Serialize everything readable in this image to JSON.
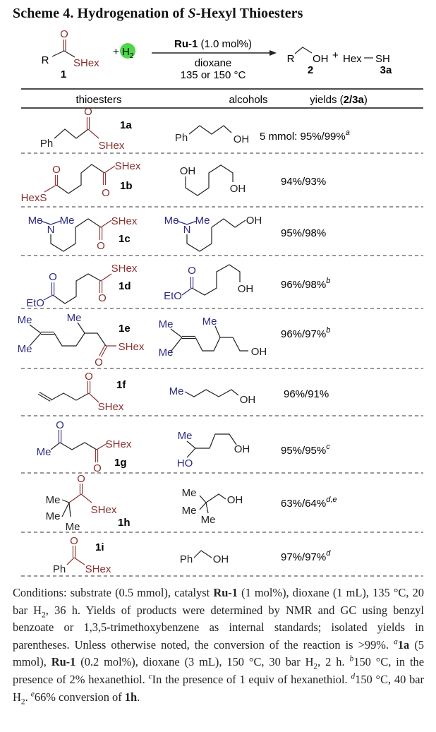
{
  "title": [
    {
      "t": "Scheme 4. Hydrogenation of "
    },
    {
      "t": "S",
      "i": true
    },
    {
      "t": "-Hexyl Thioesters"
    }
  ],
  "colors": {
    "thioester": "#8a2f2f",
    "hetero": "#2b2b85",
    "bond": "#222222",
    "h2_highlight": "#4fd64a"
  },
  "reaction": {
    "reactant_o": "O",
    "reactant_r": "R",
    "reactant_shex": "SHex",
    "reactant_id": "1",
    "plus1": "+",
    "h2": "H",
    "h2_sub": "2",
    "catalyst": "Ru-1",
    "catalyst_loading": " (1.0 mol%)",
    "solvent": "dioxane",
    "temperature": "135 or 150 °C",
    "product_r": "R",
    "product_oh": "OH",
    "product_id": "2",
    "plus2": "+",
    "thiol_hex": "Hex",
    "thiol_sh": "SH",
    "thiol_id": "3a"
  },
  "table": {
    "headers": {
      "thioesters": "thioesters",
      "alcohols": "alcohols",
      "yields_prefix": "yields (",
      "yields_bold": "2/3a",
      "yields_suffix": ")"
    },
    "rows": [
      {
        "id": "1a",
        "yield": "5 mmol: 95%/99%",
        "note": "a",
        "atoms": [
          "O",
          "Ph",
          "SHex",
          "Ph",
          "OH"
        ]
      },
      {
        "id": "1b",
        "yield": "94%/93%",
        "note": "",
        "atoms": [
          "O",
          "HexS",
          "SHex",
          "O",
          "OH",
          "OH"
        ]
      },
      {
        "id": "1c",
        "yield": "95%/98%",
        "note": "",
        "atoms": [
          "Me",
          "N",
          "Me",
          "SHex",
          "O",
          "Me",
          "N",
          "Me",
          "OH"
        ]
      },
      {
        "id": "1d",
        "yield": "96%/98%",
        "note": "b",
        "atoms": [
          "SHex",
          "O",
          "EtO",
          "O",
          "O",
          "EtO",
          "OH"
        ]
      },
      {
        "id": "1e",
        "yield": "96%/97%",
        "note": "b",
        "atoms": [
          "Me",
          "Me",
          "Me",
          "SHex",
          "O",
          "Me",
          "Me",
          "Me",
          "OH"
        ]
      },
      {
        "id": "1f",
        "yield": "96%/91%",
        "note": "",
        "atoms": [
          "O",
          "SHex",
          "Me",
          "OH"
        ]
      },
      {
        "id": "1g",
        "yield": "95%/95%",
        "note": "c",
        "atoms": [
          "O",
          "Me",
          "SHex",
          "O",
          "Me",
          "HO",
          "OH"
        ]
      },
      {
        "id": "1h",
        "yield": "63%/64%",
        "note": "d,e",
        "atoms": [
          "O",
          "Me",
          "Me",
          "Me",
          "SHex",
          "Me",
          "Me",
          "Me",
          "OH"
        ]
      },
      {
        "id": "1i",
        "yield": "97%/97%",
        "note": "d",
        "atoms": [
          "O",
          "Ph",
          "SHex",
          "Ph",
          "OH"
        ]
      }
    ]
  },
  "footnote": [
    {
      "t": "Conditions: substrate (0.5 mmol), catalyst "
    },
    {
      "t": "Ru-1",
      "b": true
    },
    {
      "t": " (1 mol%), dioxane (1 mL), 135 °C, 20 bar H"
    },
    {
      "t": "2",
      "sub": true
    },
    {
      "t": ", 36 h. Yields of products were determined by NMR and GC using benzyl benzoate or 1,3,5-trimethoxybenzene as internal standards; isolated yields in parentheses. Unless otherwise noted, the conversion of the reaction is >99%. "
    },
    {
      "t": "a",
      "sup": true,
      "i": true
    },
    {
      "t": "1a",
      "b": true
    },
    {
      "t": " (5 mmol), "
    },
    {
      "t": "Ru-1",
      "b": true
    },
    {
      "t": " (0.2 mol%), dioxane (3 mL), 150 °C, 30 bar H"
    },
    {
      "t": "2",
      "sub": true
    },
    {
      "t": ", 2 h. "
    },
    {
      "t": "b",
      "sup": true,
      "i": true
    },
    {
      "t": "150 °C, in the presence of 2% hexanethiol. "
    },
    {
      "t": "c",
      "sup": true,
      "i": true
    },
    {
      "t": "In the presence of 1 equiv of hexanethiol. "
    },
    {
      "t": "d",
      "sup": true,
      "i": true
    },
    {
      "t": "150 °C, 40 bar H"
    },
    {
      "t": "2",
      "sub": true
    },
    {
      "t": ". "
    },
    {
      "t": "e",
      "sup": true,
      "i": true
    },
    {
      "t": "66% conversion of "
    },
    {
      "t": "1h",
      "b": true
    },
    {
      "t": "."
    }
  ]
}
